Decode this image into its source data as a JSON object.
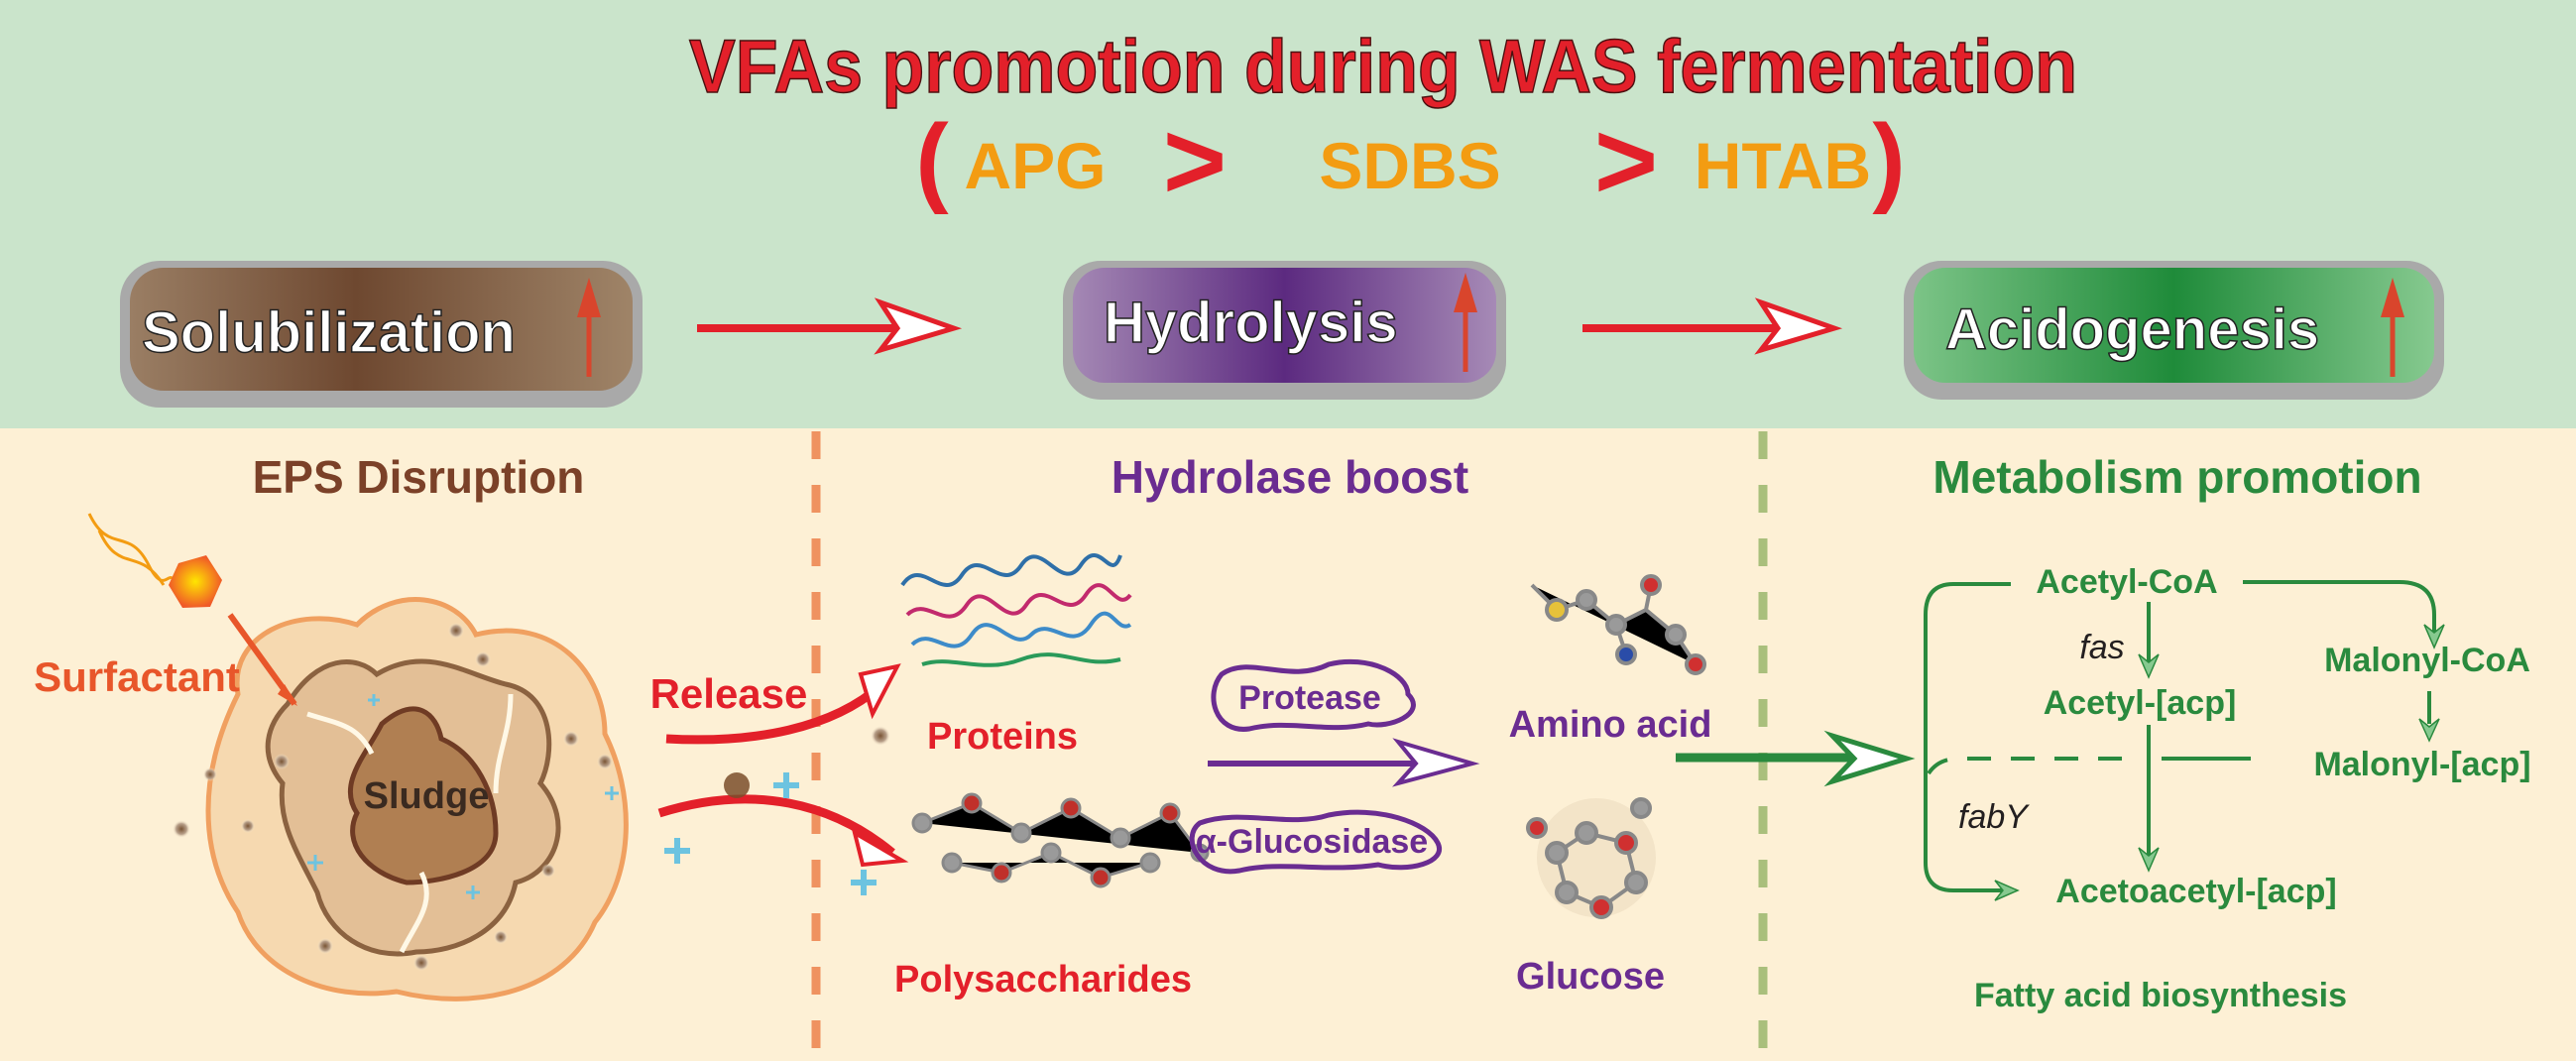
{
  "title": "VFAs promotion during WAS fermentation",
  "ranking": {
    "open": "(",
    "first": "APG",
    "gt1": ">",
    "second": "SDBS",
    "gt2": ">",
    "third": "HTAB",
    "close": ")"
  },
  "stages": [
    {
      "label": "Solubilization",
      "section": "EPS Disruption"
    },
    {
      "label": "Hydrolysis",
      "section": "Hydrolase boost"
    },
    {
      "label": "Acidogenesis",
      "section": "Metabolism promotion"
    }
  ],
  "eps": {
    "surfactant": "Surfactant",
    "sludge": "Sludge",
    "release": "Release"
  },
  "hydrolysis": {
    "proteins": "Proteins",
    "polysaccharides": "Polysaccharides",
    "protease": "Protease",
    "glucosidase": "α-Glucosidase",
    "amino_acid": "Amino acid",
    "glucose": "Glucose"
  },
  "pathway": {
    "acetyl_coa": "Acetyl-CoA",
    "fas": "fas",
    "acetyl_acp": "Acetyl-[acp]",
    "malonyl_coa": "Malonyl-CoA",
    "malonyl_acp": "Malonyl-[acp]",
    "fabY": "fabY",
    "acetoacetyl_acp": "Acetoacetyl-[acp]",
    "caption": "Fatty acid biosynthesis"
  },
  "colors": {
    "top_band": "#cae4cb",
    "bottom_band": "#fdf0d5",
    "red": "#e3202a",
    "orange": "#f39c12",
    "brown": "#7b4128",
    "purple": "#6a2c91",
    "green": "#2a8a3e"
  }
}
